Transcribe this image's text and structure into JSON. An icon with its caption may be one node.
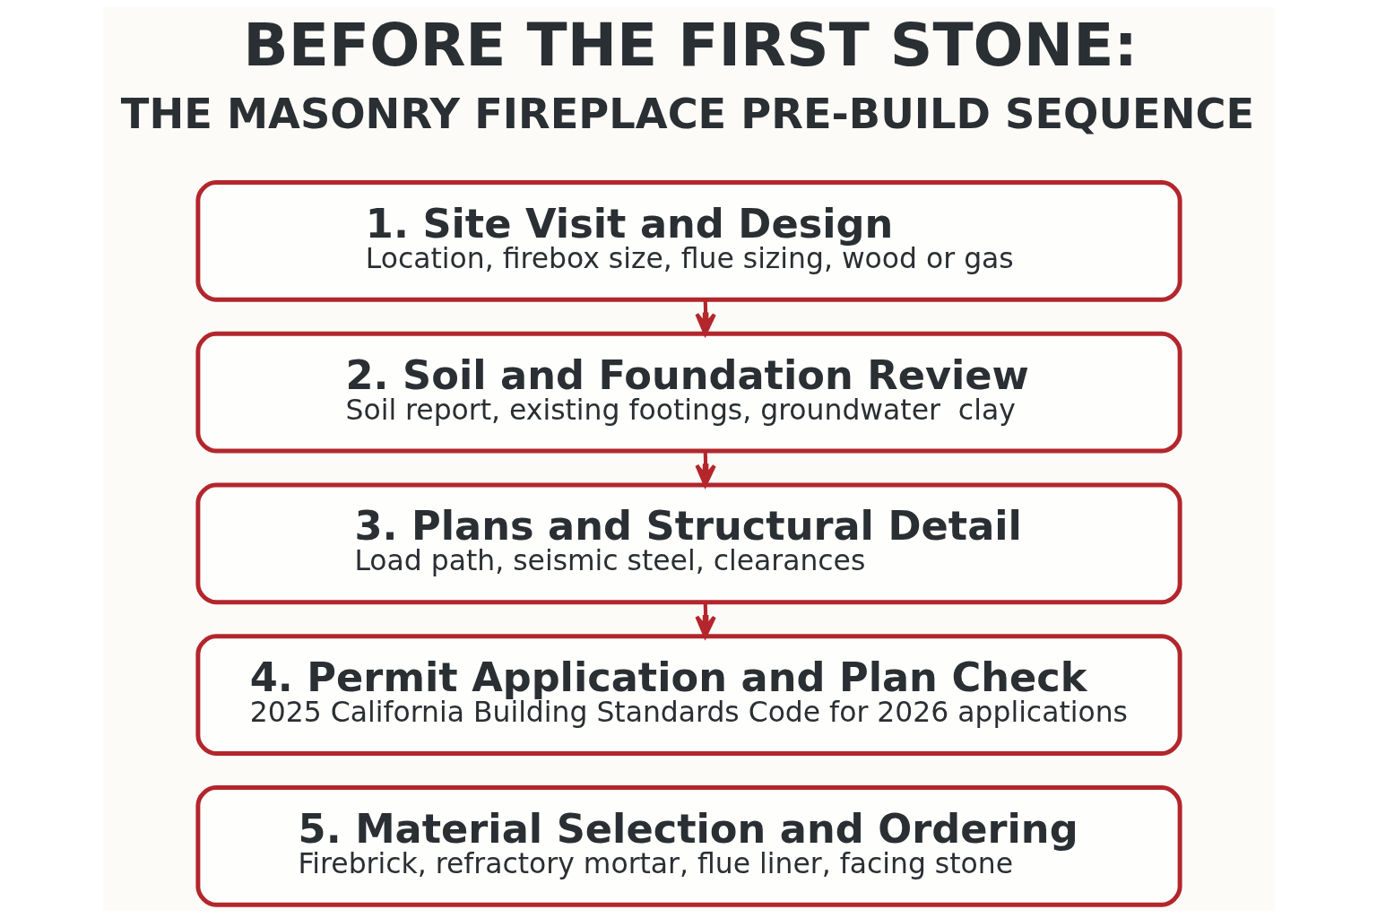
{
  "diagram": {
    "title": "BEFORE THE FIRST STONE:",
    "nodes": [
      {
        "text": [
          "1. Site Visit and Design",
          "Location, firebox size, flue sizing, wood or gas"
        ]
      },
      {
        "text": [
          "2. Soil and Foundation Review",
          "Soil report, existing footings, groundwater  clay"
        ]
      },
      {
        "text": [
          "3. Plans and Structural Detail",
          "Load path, seismic steel, clearances"
        ]
      },
      {
        "text": [
          "4. Permit Application and Plan Check",
          "2025 California Building Standards Code for 2026 applications"
        ]
      },
      {
        "text": [
          "5. Material Selection and Ordering",
          "Firebrick, refractory mortar, flue liner, facing stone"
        ]
      }
    ],
    "edges": [
      {
        "from": 0,
        "to": 1,
        "arrow": "to"
      },
      {
        "from": 1,
        "to": 2,
        "arrow": "to"
      },
      {
        "from": 2,
        "to": 3,
        "arrow": "to"
      }
    ],
    "labels": [
      "THE MASONRY FIREPLACE PRE-BUILD SEQUENCE"
    ]
  }
}
